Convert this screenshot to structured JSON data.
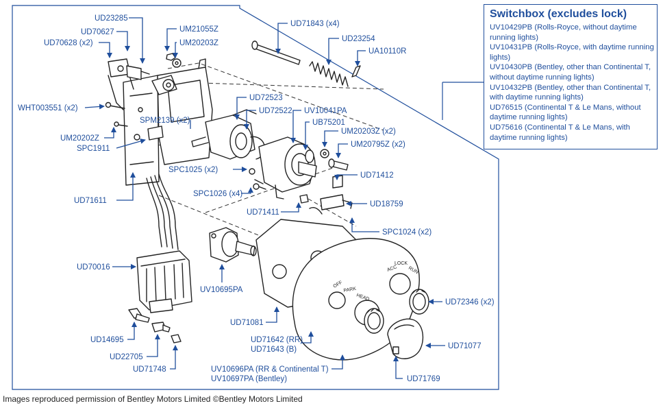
{
  "legend": {
    "title": "Switchbox (excludes lock)",
    "items": [
      "UV10429PB (Rolls-Royce, without daytime running lights)",
      "UV10431PB (Rolls-Royce, with daytime running lights)",
      "UV10430PB (Bentley, other than Continental T, without daytime running lights)",
      "UV10432PB (Bentley, other than Continental T, with daytime running lights)",
      "UD76515 (Continental T & Le Mans, without daytime running lights)",
      "UD75616 (Continental T & Le Mans, with daytime running lights)"
    ]
  },
  "labels": {
    "ud23285": "UD23285",
    "ud70627": "UD70627",
    "ud70628": "UD70628 (x2)",
    "um21055z": "UM21055Z",
    "um20203z": "UM20203Z",
    "ud71843": "UD71843 (x4)",
    "ud23254": "UD23254",
    "ua10110r": "UA10110R",
    "wht003551": "WHT003551 (x2)",
    "ud72523": "UD72523",
    "ud72522": "UD72522",
    "uv10041pa": "UV10041PA",
    "spm2139": "SPM2139 (x2)",
    "ub75201": "UB75201",
    "um20202z": "UM20202Z",
    "um20203z_x2": "UM20203Z (x2)",
    "spc1911": "SPC1911",
    "um20795z": "UM20795Z (x2)",
    "spc1025": "SPC1025 (x2)",
    "ud71412": "UD71412",
    "spc1026": "SPC1026 (x4)",
    "ud71611": "UD71611",
    "ud18759": "UD18759",
    "ud71411": "UD71411",
    "spc1024": "SPC1024 (x2)",
    "ud70016": "UD70016",
    "uv10695pa": "UV10695PA",
    "ud72346": "UD72346 (x2)",
    "ud71081": "UD71081",
    "ud14695": "UD14695",
    "ud71642": "UD71642 (RR)",
    "ud71643": "UD71643 (B)",
    "ud71077": "UD71077",
    "ud22705": "UD22705",
    "uv10696pa": "UV10696PA (RR & Continental T)",
    "uv10697pa": "UV10697PA (Bentley)",
    "ud71748": "UD71748",
    "ud71769": "UD71769"
  },
  "switch_marks": {
    "off": "OFF",
    "park": "PARK",
    "head": "HEAD",
    "acc": "ACC",
    "lock": "LOCK",
    "run": "RUN"
  },
  "credit": "Images reproduced permission of Bentley Motors Limited ©Bentley Motors Limited",
  "colors": {
    "accent": "#1f4e9c",
    "drawing": "#222222"
  }
}
